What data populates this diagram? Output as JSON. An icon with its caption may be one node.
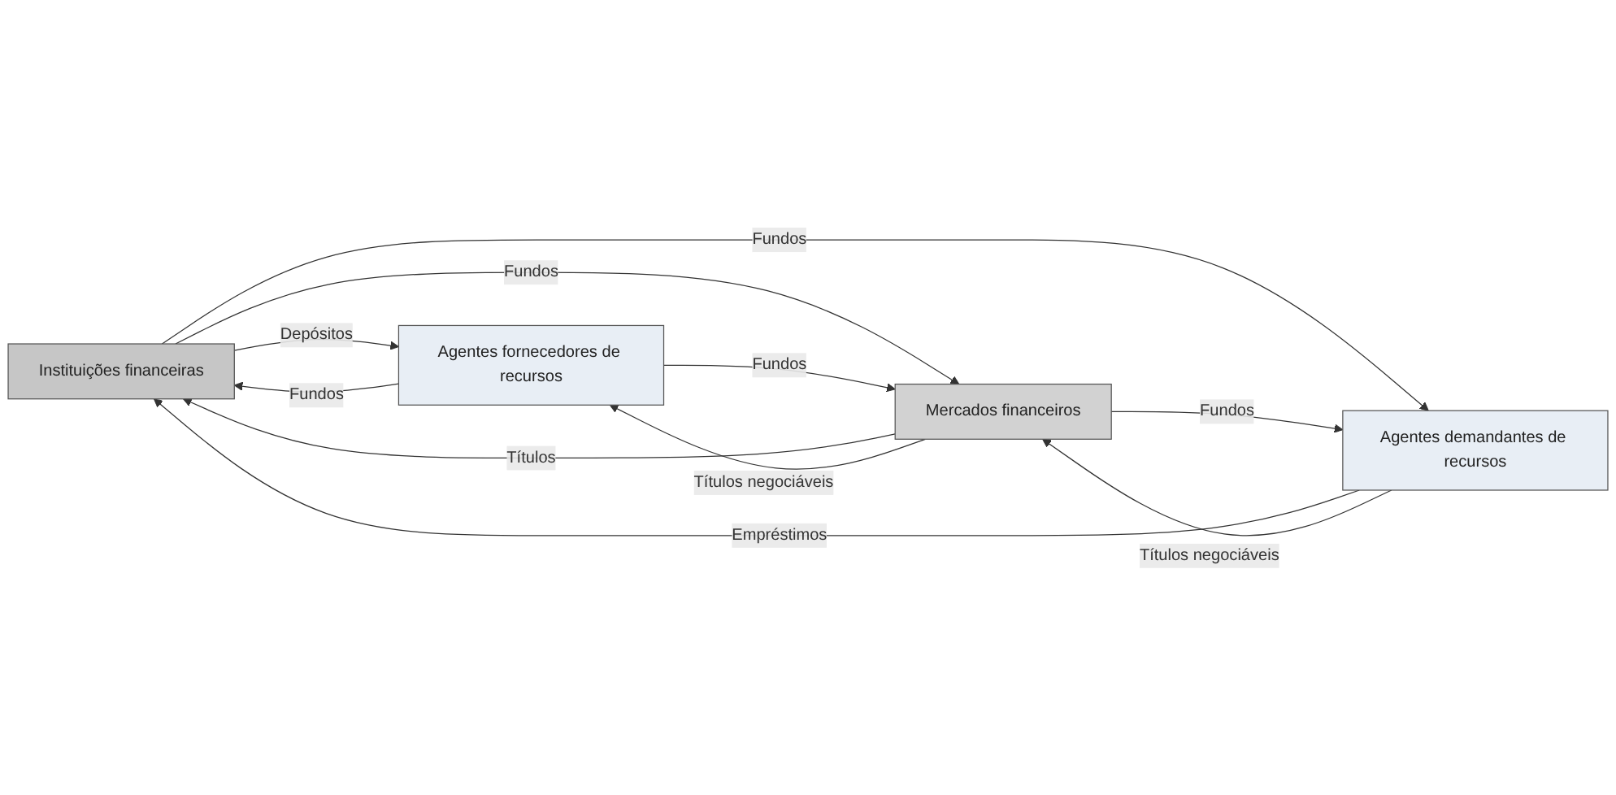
{
  "diagram": {
    "nodes": [
      {
        "text": [
          "Instituições financeiras"
        ]
      },
      {
        "text": [
          "Agentes fornecedores de recursos"
        ]
      },
      {
        "text": [
          "Agentes demandantes de recursos"
        ]
      },
      {
        "text": [
          "Mercados financeiros"
        ]
      }
    ],
    "edges": [
      {
        "from": 1,
        "to": 0,
        "arrow": "to",
        "label": "Fundos"
      },
      {
        "from": 0,
        "to": 1,
        "arrow": "to",
        "label": "Depósitos"
      },
      {
        "from": 0,
        "to": 2,
        "arrow": "to",
        "label": "Fundos"
      },
      {
        "from": 2,
        "to": 0,
        "arrow": "to",
        "label": "Empréstimos"
      },
      {
        "from": 0,
        "to": 3,
        "arrow": "to",
        "label": "Fundos"
      },
      {
        "from": 3,
        "to": 0,
        "arrow": "to",
        "label": "Títulos"
      },
      {
        "from": 1,
        "to": 3,
        "arrow": "to",
        "label": "Fundos"
      },
      {
        "from": 3,
        "to": 1,
        "arrow": "to",
        "label": "Títulos negociáveis"
      },
      {
        "from": 3,
        "to": 2,
        "arrow": "to",
        "label": "Fundos"
      },
      {
        "from": 2,
        "to": 3,
        "arrow": "to",
        "label": "Títulos negociáveis"
      }
    ]
  }
}
